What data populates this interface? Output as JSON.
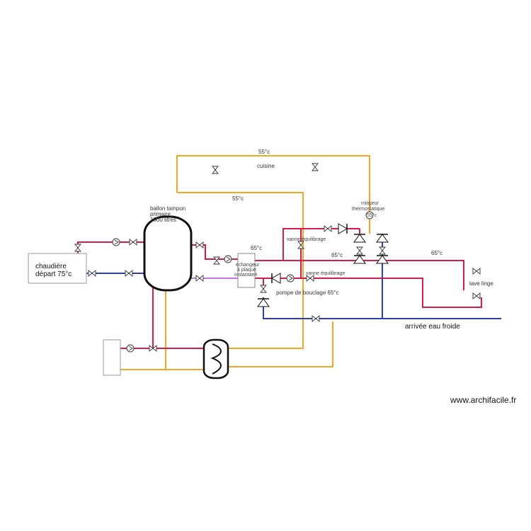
{
  "diagram": {
    "labels": {
      "t55_top": "55°c",
      "cuisine": "cuisine",
      "t55_mid": "55°c",
      "mitigeur": "mitigeur",
      "thermostatique": "thermostatique",
      "t55_mix": "55°c",
      "ballon1": "ballon tampon",
      "ballon2": "primaire",
      "ballon3": "1000 litres",
      "t65_exch": "65°c",
      "echangeur1": "échangeur",
      "echangeur2": "à plaque",
      "echangeur3": "instantané",
      "vanne_eq_top": "vanne équilibrage",
      "t65_a": "65°c",
      "t65_b": "65°c",
      "vanne_eq_mid": "vanne équilibrage",
      "pompe_bouclage": "pompe de bouclage 65°c",
      "lave_linge": "lave linge",
      "chaudiere1": "chaudière",
      "chaudiere2": "départ 75°c",
      "eau_froide": "arrivée eau froide",
      "watermark": "www.archifacile.fr"
    },
    "colors": {
      "hot_loop": "#f5a623",
      "hot": "#d61c4e",
      "cold": "#2a3fc9",
      "secondary": "#c872e0"
    }
  }
}
